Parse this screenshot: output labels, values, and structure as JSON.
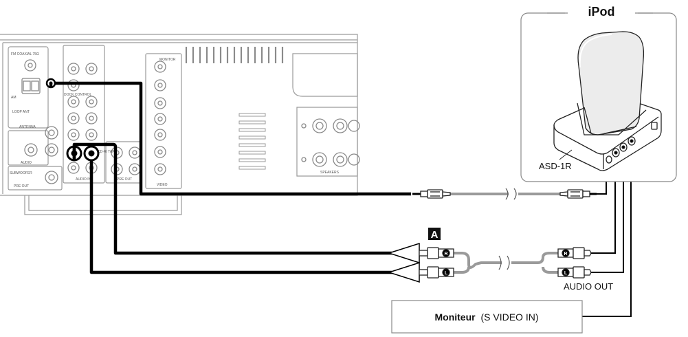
{
  "ipod_box": {
    "title": "iPod",
    "dock_label": "ASD-1R"
  },
  "marker_a": "A",
  "audio_out": "AUDIO OUT",
  "monitor": {
    "name": "Moniteur",
    "input": "(S VIDEO IN)"
  },
  "plug_marks": {
    "right": "R",
    "left": "L"
  },
  "receiver_labels": {
    "fm_coax": "FM COAXIAL 75Ω",
    "am": "AM",
    "loop_ant": "LOOP ANT",
    "antenna": "ANTENNA",
    "audio": "AUDIO",
    "subwoofer": "SUBWOOFER",
    "pre_out": "PRE OUT",
    "dock_control": "DOCK CONTROL",
    "cd_tape": "CD-R/ TAPE",
    "audio_in": "AUDIO IN",
    "pre_out2": "PRE OUT",
    "video": "VIDEO",
    "monitor": "MONITOR",
    "speakers": "SPEAKERS"
  }
}
